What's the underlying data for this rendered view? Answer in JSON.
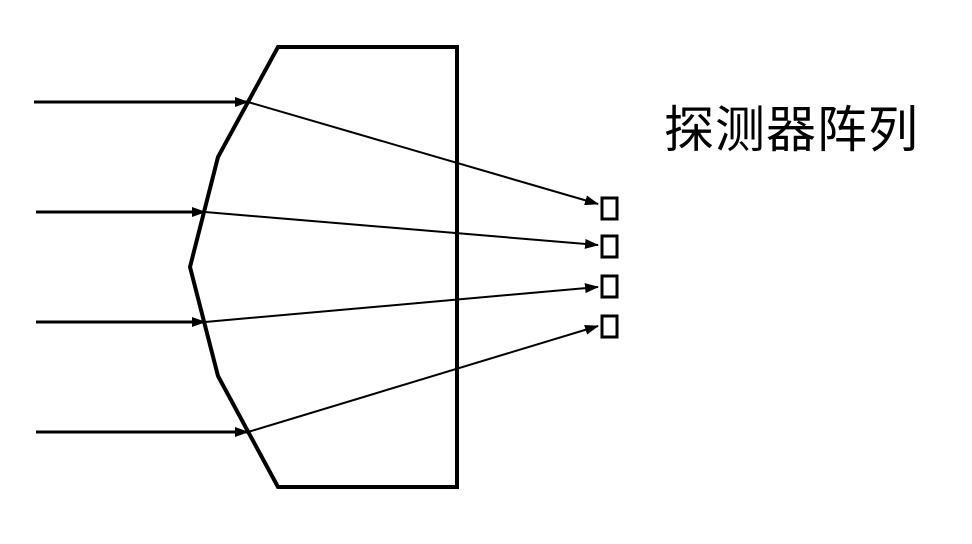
{
  "label": "探测器阵列",
  "colors": {
    "stroke": "#000000",
    "background": "#ffffff"
  },
  "ray_count": 4,
  "detector_count": 4
}
